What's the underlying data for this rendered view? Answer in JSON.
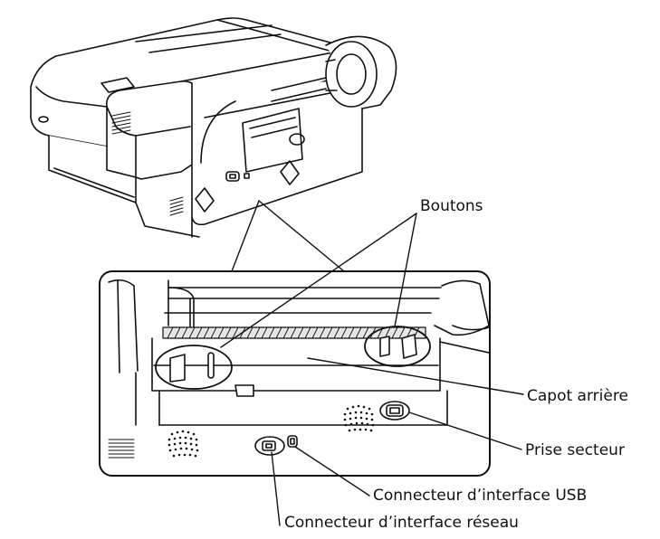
{
  "figure": {
    "subject": "Printer rear view with enlarged detail inset",
    "callouts": {
      "buttons": "Boutons",
      "rear_cover": "Capot arrière",
      "power_inlet": "Prise secteur",
      "usb_connector": "Connecteur d’interface USB",
      "network_connector": "Connecteur d’interface réseau"
    }
  },
  "colors": {
    "line": "#111111",
    "fill": "#ffffff",
    "light_gray": "#f4f4f4"
  }
}
